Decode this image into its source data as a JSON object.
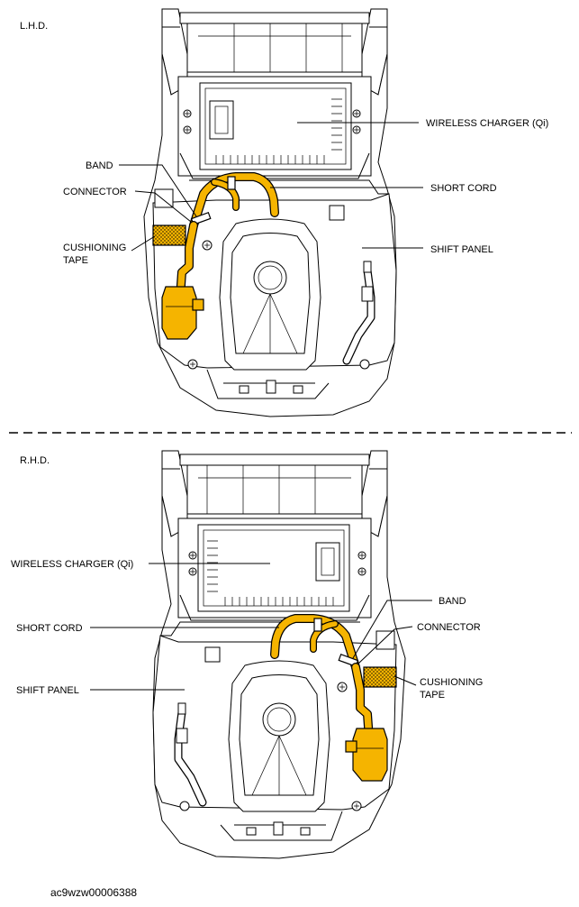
{
  "accent_color": "#F5B400",
  "sections": {
    "lhd": {
      "title": "L.H.D.",
      "labels": {
        "wireless_charger": "WIRELESS CHARGER (Qi)",
        "band": "BAND",
        "short_cord": "SHORT CORD",
        "connector": "CONNECTOR",
        "cushioning_tape_1": "CUSHIONING",
        "cushioning_tape_2": "TAPE",
        "shift_panel": "SHIFT PANEL"
      }
    },
    "rhd": {
      "title": "R.H.D.",
      "labels": {
        "wireless_charger": "WIRELESS CHARGER (Qi)",
        "band": "BAND",
        "short_cord": "SHORT CORD",
        "connector": "CONNECTOR",
        "cushioning_tape_1": "CUSHIONING",
        "cushioning_tape_2": "TAPE",
        "shift_panel": "SHIFT PANEL"
      }
    }
  },
  "figure_code": "ac9wzw00006388"
}
